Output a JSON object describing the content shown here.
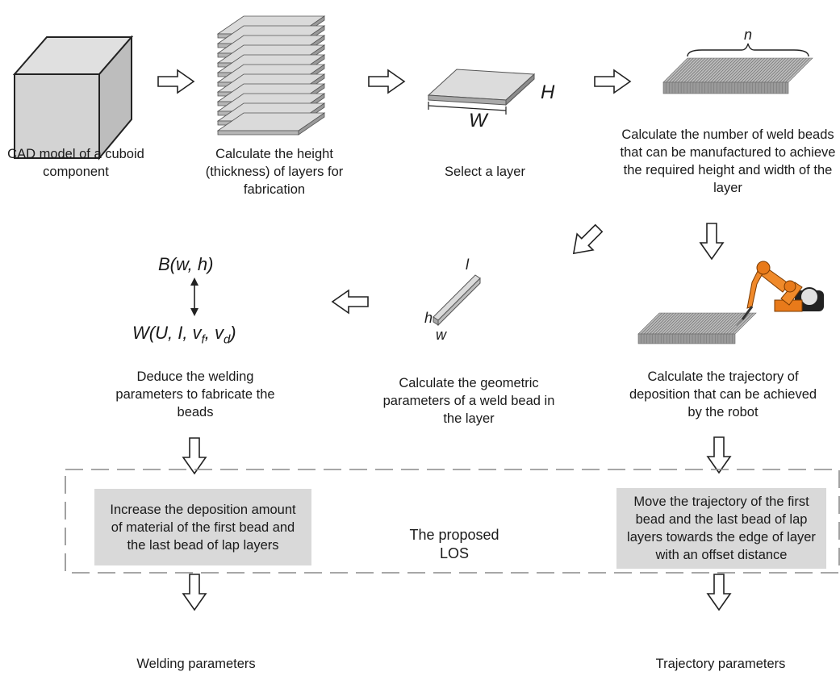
{
  "steps": {
    "cad": "CAD model of a cuboid component",
    "height": "Calculate the height (thickness) of layers for fabrication",
    "select": "Select a layer",
    "beads": "Calculate the number of weld beads that can be manufactured to achieve the required height and width of the layer",
    "geometric": "Calculate the geometric parameters of a weld bead in the layer",
    "deduce": "Deduce the welding parameters to fabricate the beads",
    "trajectory": "Calculate the trajectory of deposition that can be achieved by the robot"
  },
  "los": {
    "left_box": "Increase the deposition amount of material of the first bead and the last bead of lap layers",
    "center": "The proposed LOS",
    "right_box": "Move the trajectory of the first bead and the last bead of lap layers towards the edge of layer with an offset distance"
  },
  "outputs": {
    "left": "Welding parameters",
    "right": "Trajectory parameters"
  },
  "labels": {
    "layer_H": "H",
    "layer_W": "W",
    "beads_n": "n",
    "bead_l": "l",
    "bead_h": "h",
    "bead_w": "w"
  },
  "formulas": {
    "B": "B(w, h)",
    "W_prefix": "W(U, I, v",
    "W_sub_f": "f",
    "W_mid": ", v",
    "W_sub_d": "d",
    "W_suffix": ")"
  }
}
